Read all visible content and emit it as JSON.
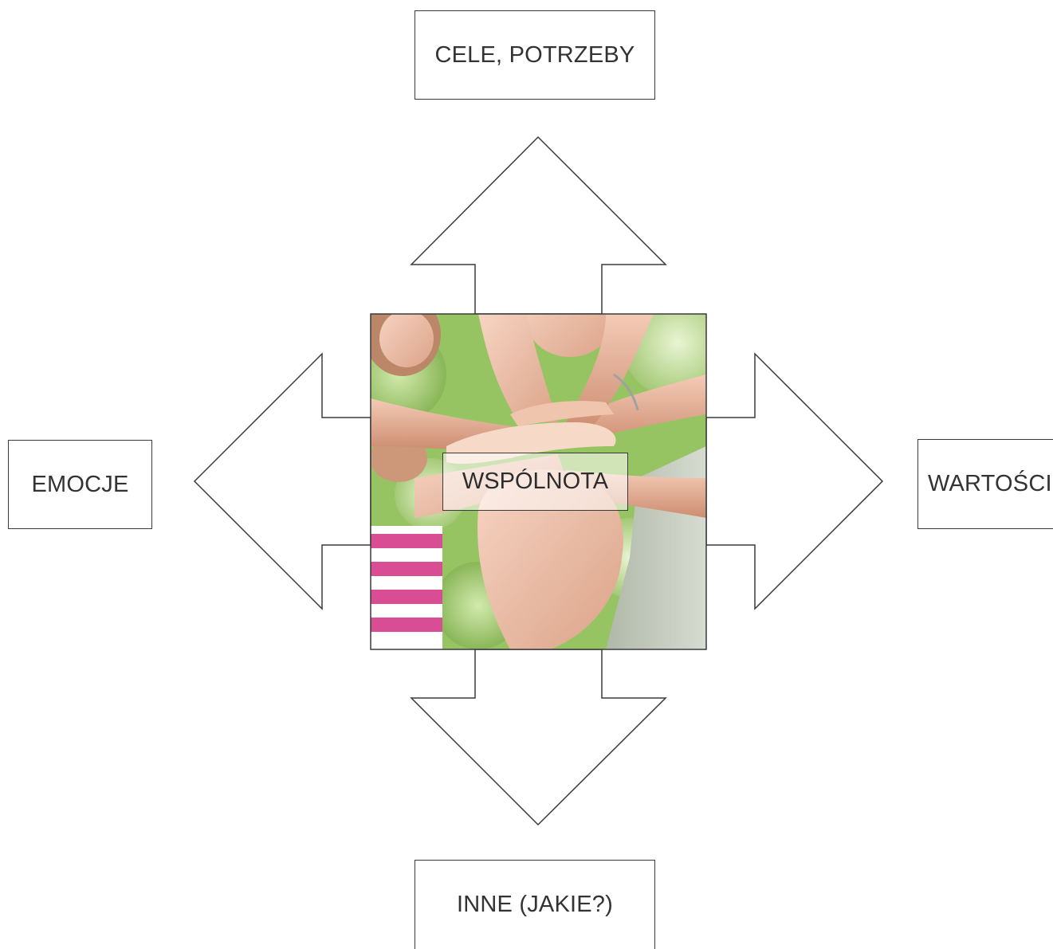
{
  "diagram": {
    "top_label": "CELE, POTRZEBY",
    "left_label": "EMOCJE",
    "right_label": "WARTOŚCI",
    "bottom_label": "INNE (JAKIE?)",
    "center_label": "WSPÓLNOTA"
  },
  "colors": {
    "stroke": "#3a3a3a",
    "text": "#333333",
    "background": "#ffffff"
  },
  "photo": {
    "subject": "stacked-hands-photo"
  }
}
